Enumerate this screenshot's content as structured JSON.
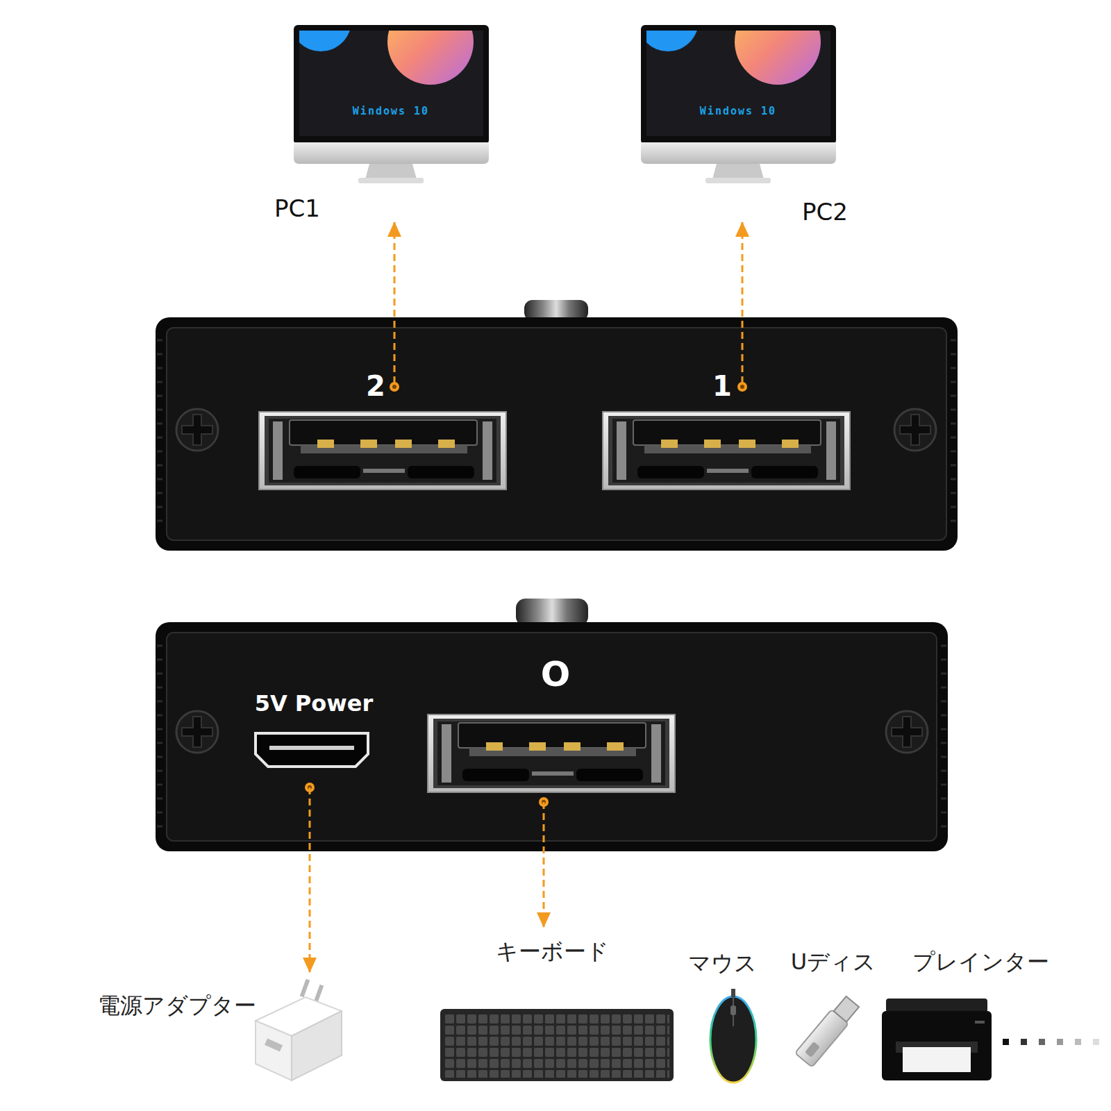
{
  "diagram": {
    "nodes": [
      {
        "text": [
          "Windows 10",
          "PC1"
        ]
      },
      {
        "text": [
          "Windows 10",
          "PC2"
        ]
      },
      {
        "text": [
          "2"
        ]
      },
      {
        "text": [
          "1"
        ]
      },
      {
        "text": [
          "5V Power"
        ]
      },
      {
        "text": [
          "O"
        ]
      },
      {
        "text": [
          "電源アダプター"
        ]
      },
      {
        "text": [
          "キーボード"
        ]
      },
      {
        "text": [
          "マウス"
        ]
      },
      {
        "text": [
          "Uディス"
        ]
      },
      {
        "text": [
          "プレインター"
        ]
      }
    ],
    "edges": [
      {
        "from": 2,
        "to": 0,
        "arrow": "to"
      },
      {
        "from": 3,
        "to": 1,
        "arrow": "to"
      },
      {
        "from": 4,
        "to": 6,
        "arrow": "to"
      },
      {
        "from": 5,
        "to": 7,
        "arrow": "to"
      }
    ]
  }
}
